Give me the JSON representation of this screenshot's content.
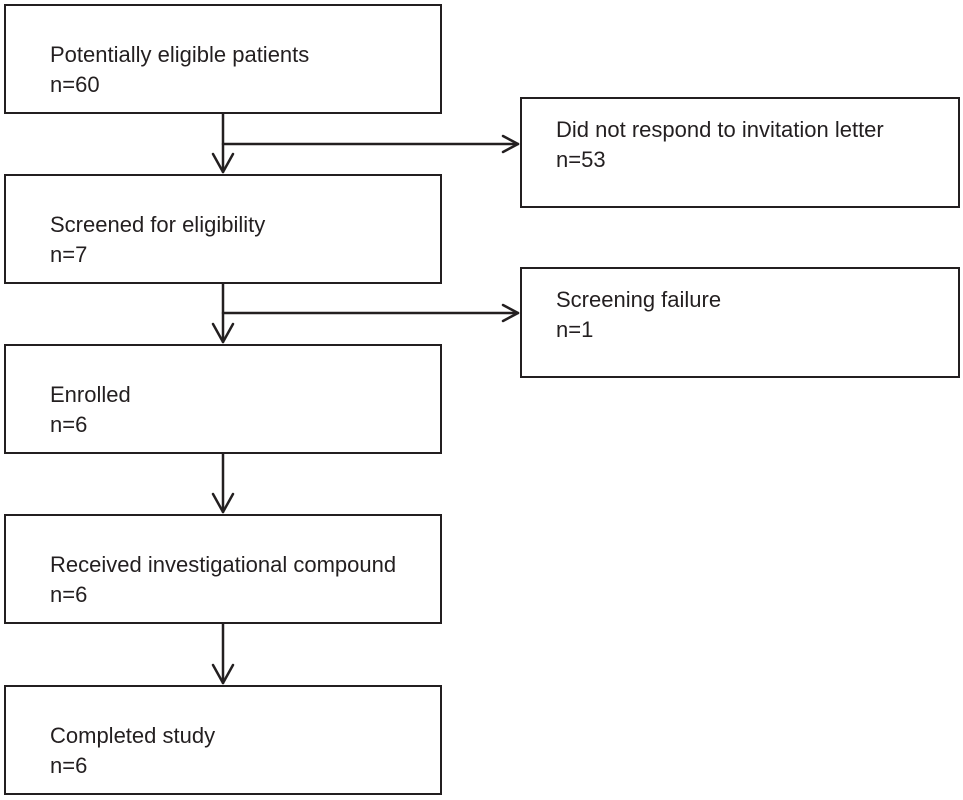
{
  "flow": {
    "steps": [
      {
        "label": "Potentially eligible patients",
        "count": "n=60"
      },
      {
        "label": "Screened for eligibility",
        "count": "n=7"
      },
      {
        "label": "Enrolled",
        "count": "n=6"
      },
      {
        "label": "Received investigational compound",
        "count": "n=6"
      },
      {
        "label": "Completed study",
        "count": "n=6"
      }
    ],
    "exclusions": [
      {
        "label": "Did not respond to invitation letter",
        "count": "n=53"
      },
      {
        "label": "Screening failure",
        "count": "n=1"
      }
    ]
  },
  "colors": {
    "line": "#231f20",
    "box_fill": "#ffffff"
  }
}
